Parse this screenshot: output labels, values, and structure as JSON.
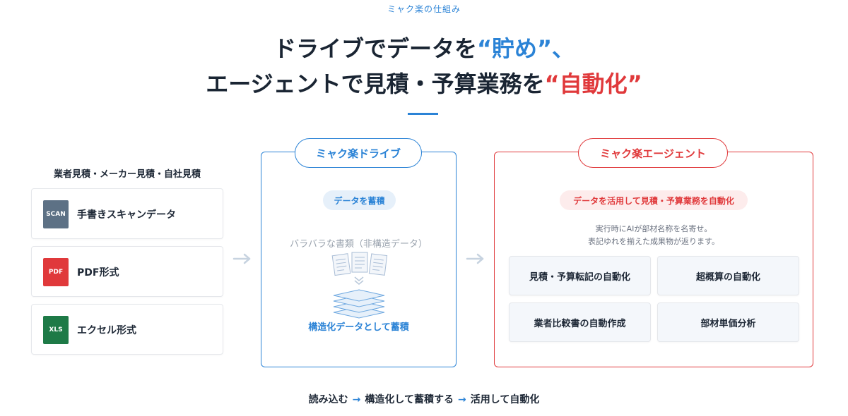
{
  "eyebrow": "ミャク楽の仕組み",
  "headline": {
    "line1_pre": "ドライブでデータを",
    "line1_open": "“",
    "line1_em": "貯め",
    "line1_close": "”、",
    "line2_pre": "エージェントで見積・予算業務を",
    "line2_open": "“",
    "line2_em": "自動化",
    "line2_close": "”"
  },
  "sources": {
    "title": "業者見積・メーカー見積・自社見積",
    "items": [
      {
        "icon_text": "SCAN",
        "label": "手書きスキャンデータ",
        "color": "#5d7185"
      },
      {
        "icon_text": "PDF",
        "label": "PDF形式",
        "color": "#e0393b"
      },
      {
        "icon_text": "XLS",
        "label": "エクセル形式",
        "color": "#1e7a47"
      }
    ]
  },
  "drive": {
    "title": "ミャク楽ドライブ",
    "sub": "データを蓄積",
    "unstructured": "バラバラな書類（非構造データ）",
    "structured": "構造化データとして蓄積"
  },
  "agent": {
    "title": "ミャク楽エージェント",
    "sub": "データを活用して見積・予算業務を自動化",
    "desc1": "実行時にAIが部材名称を名寄せ。",
    "desc2": "表記ゆれを揃えた成果物が返ります。",
    "features": [
      "見積・予算転記の自動化",
      "超概算の自動化",
      "業者比較書の自動作成",
      "部材単価分析"
    ]
  },
  "flow": {
    "step1": "読み込む",
    "step2": "構造化して蓄積する",
    "step3": "活用して自動化",
    "arrow": "→"
  },
  "colors": {
    "blue": "#2b83d6",
    "red": "#e0393b"
  }
}
